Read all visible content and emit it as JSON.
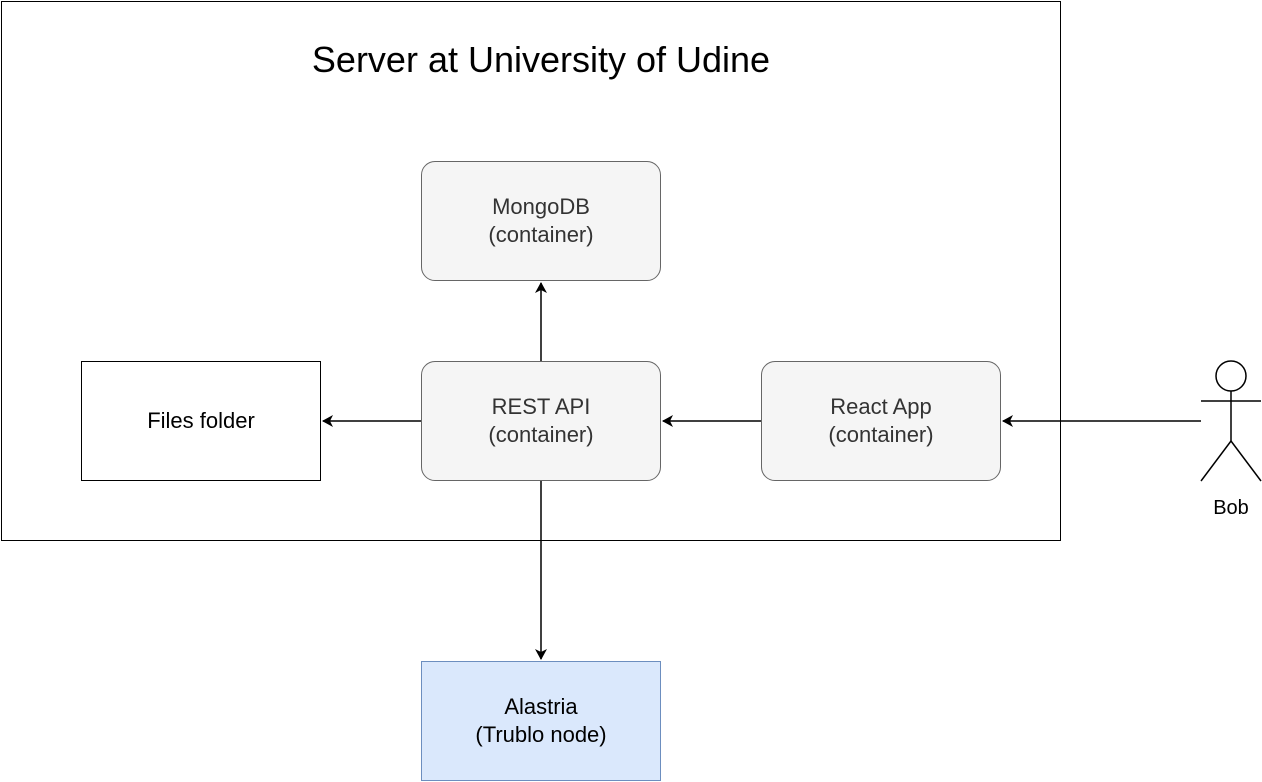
{
  "diagram": {
    "title": "Server at University of Udine",
    "nodes": {
      "mongodb": {
        "label": "MongoDB\n(container)"
      },
      "rest_api": {
        "label": "REST API\n(container)"
      },
      "react_app": {
        "label": "React App\n(container)"
      },
      "files_folder": {
        "label": "Files folder"
      },
      "alastria": {
        "label": "Alastria\n(Trublo node)"
      }
    },
    "actor": {
      "label": "Bob"
    },
    "edges": [
      {
        "from": "rest_api",
        "to": "mongodb"
      },
      {
        "from": "rest_api",
        "to": "files_folder"
      },
      {
        "from": "react_app",
        "to": "rest_api"
      },
      {
        "from": "actor",
        "to": "react_app"
      },
      {
        "from": "rest_api",
        "to": "alastria"
      }
    ],
    "colors": {
      "container_fill": "#f5f5f5",
      "container_stroke": "#666666",
      "blockchain_fill": "#dae8fc",
      "blockchain_stroke": "#6c8ebf",
      "line": "#000000"
    }
  }
}
